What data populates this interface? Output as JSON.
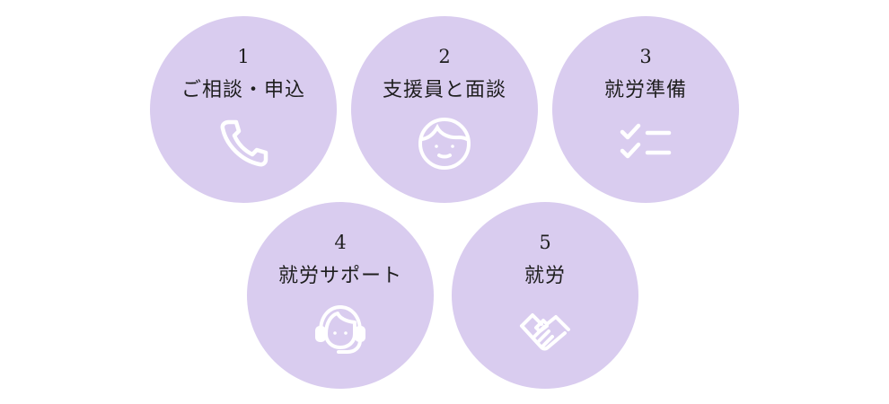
{
  "steps": [
    {
      "number": "1",
      "label": "ご相談・申込",
      "icon": "phone-icon"
    },
    {
      "number": "2",
      "label": "支援員と面談",
      "icon": "face-icon"
    },
    {
      "number": "3",
      "label": "就労準備",
      "icon": "checklist-icon"
    },
    {
      "number": "4",
      "label": "就労サポート",
      "icon": "headset-operator-icon"
    },
    {
      "number": "5",
      "label": "就労",
      "icon": "handshake-icon"
    }
  ],
  "colors": {
    "circle_fill": "#d9ccef",
    "icon_stroke": "#ffffff",
    "text": "#1e1e1e"
  }
}
